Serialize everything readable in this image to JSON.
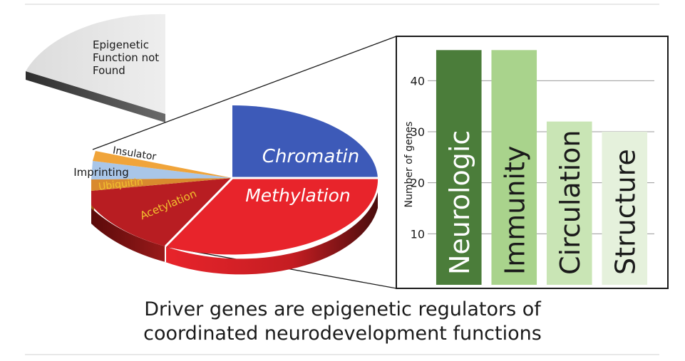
{
  "caption": {
    "line1": "Driver genes are epigenetic regulators of",
    "line2": "coordinated neurodevelopment functions"
  },
  "chart_data": [
    {
      "type": "pie",
      "title": "",
      "slices": [
        {
          "label": "Epigenetic Function not Found",
          "lines": [
            "Epigenetic",
            "Function not",
            "Found"
          ],
          "color": "#e6e6e6",
          "exploded": true
        },
        {
          "label": "Chromatin",
          "color": "#3d5ab8"
        },
        {
          "label": "Methylation",
          "color": "#e8242b"
        },
        {
          "label": "Acetylation",
          "color": "#b81d22"
        },
        {
          "label": "Ubiquitin",
          "color": "#d98a2e"
        },
        {
          "label": "Imprinting",
          "color": "#a9c6e8"
        },
        {
          "label": "Insulator",
          "color": "#f0a43a"
        }
      ]
    },
    {
      "type": "bar",
      "title": "",
      "ylabel": "Number of genes",
      "xlabel": "",
      "categories": [
        "Neurologic",
        "Immunity",
        "Circulation",
        "Structure"
      ],
      "values": [
        46,
        46,
        32,
        30
      ],
      "colors": [
        "#4b7d3a",
        "#a9d38c",
        "#c9e5b5",
        "#e5f1dc"
      ],
      "label_colors": [
        "#ffffff",
        "#1a1a1a",
        "#1a1a1a",
        "#1a1a1a"
      ],
      "yticks": [
        10,
        20,
        30,
        40
      ],
      "ylim": [
        0,
        48
      ],
      "grid": true
    }
  ]
}
